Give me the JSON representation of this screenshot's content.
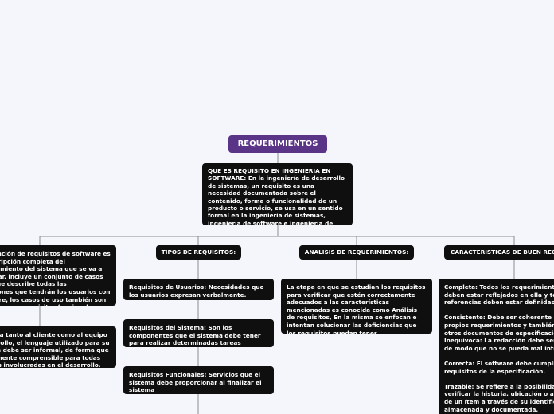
{
  "root": {
    "label": "REQUERIMIENTOS"
  },
  "colors": {
    "root_bg": "#5a3487",
    "node_bg": "#0f0f0f",
    "connector": "#8c8c8c",
    "background": "#f5f6fc"
  },
  "definition": "QUE ES REQUISITO EN INGENIERIA EN SOFTWARE: En la ingeniería de desarrollo de sistemas, un requisito es una necesidad documentada sobre el contenido, forma o funcionalidad de un producto o servicio, se usa en un sentido formal en la ingeniería de sistemas, ingeniería de software e ingeniería de requisitos.",
  "branches": {
    "especificacion": {
      "text": "Especificación de requisitos de software es una descripción completa del comportamiento del sistema que se va a desarrollar, incluye un conjunto de casos de uso que describe todas las interacciones que tendrán los usuarios con el software, los casos de uso también son conocidos como requisitos funcionales.",
      "child": "Es dirigida tanto al cliente como al equipo de desarrollo, el lenguaje utilizado para su redacción debe ser informal, de forma que sea fácilmente comprensible para todas las partes involucradas en el desarrollo."
    },
    "tipos": {
      "label": "TIPOS DE REQUISITOS:",
      "children": [
        "Requisitos de Usuarios: Necesidades que los usuarios expresan verbalmente.",
        "Requisitos del Sistema: Son los componentes que el sistema debe tener para realizar determinadas tareas",
        "Requisitos Funcionales: Servicios que el sistema debe proporcionar al finalizar el sistema"
      ]
    },
    "analisis": {
      "label": "ANALISIS DE REQUERIMIENTOS:",
      "child": "La etapa en que se estudian los requisitos para verificar que estén correctamente adecuados a las características mencionadas es conocida como Análisis de requisitos, En la misma se enfocan e intentan solucionar las deficiencias que los requisitos puedan tener."
    },
    "caracteristicas": {
      "label": "CARACTERISTICAS DE BUEN REQUISITO",
      "child": "Completa: Todos los requerimientos deben estar reflejados en ella y todas las referencias deben estar definidas.\n\nConsistente: Debe ser coherente con los propios requerimientos y también con otros documentos de especificación.\nInequívoca: La redacción debe ser clara de modo que no se pueda mal interpretar.\n\nCorrecta: El software debe cumplir con los requisitos de la especificación.\n\nTrazable: Se refiere a la posibilidad de verificar la historia, ubicación o aplicación de un ítem a través de su identificación almacenada y documentada.\n\nPriorizable: Los requisitos deben poder organizarse jerárquicamente según su relevancia para el negocio"
    }
  }
}
